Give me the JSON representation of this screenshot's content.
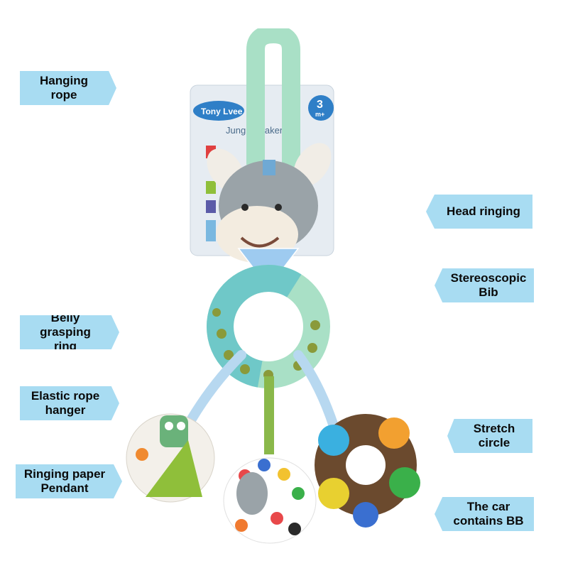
{
  "labels": {
    "hanging_rope": "Hanging rope",
    "belly_grasping_ring": "Belly grasping\nring",
    "elastic_rope_hanger": "Elastic rope\nhanger",
    "ringing_paper_pendant": "Ringing paper\nPendant",
    "head_ringing": "Head ringing",
    "stereoscopic_bib": "Stereoscopic\nBib",
    "stretch_circle": "Stretch\ncircle",
    "car_contains_bb": "The car\ncontains BB"
  },
  "packaging": {
    "brand": "Tony Lvee",
    "age_number": "3",
    "age_unit": "m+",
    "product_name": "Jung  Speaker"
  },
  "colors": {
    "label_bg": "#a8dcf2",
    "mint": "#a9e0c6",
    "teal_ring": "#6fc8c8",
    "olive_dots": "#8a9a3a"
  }
}
